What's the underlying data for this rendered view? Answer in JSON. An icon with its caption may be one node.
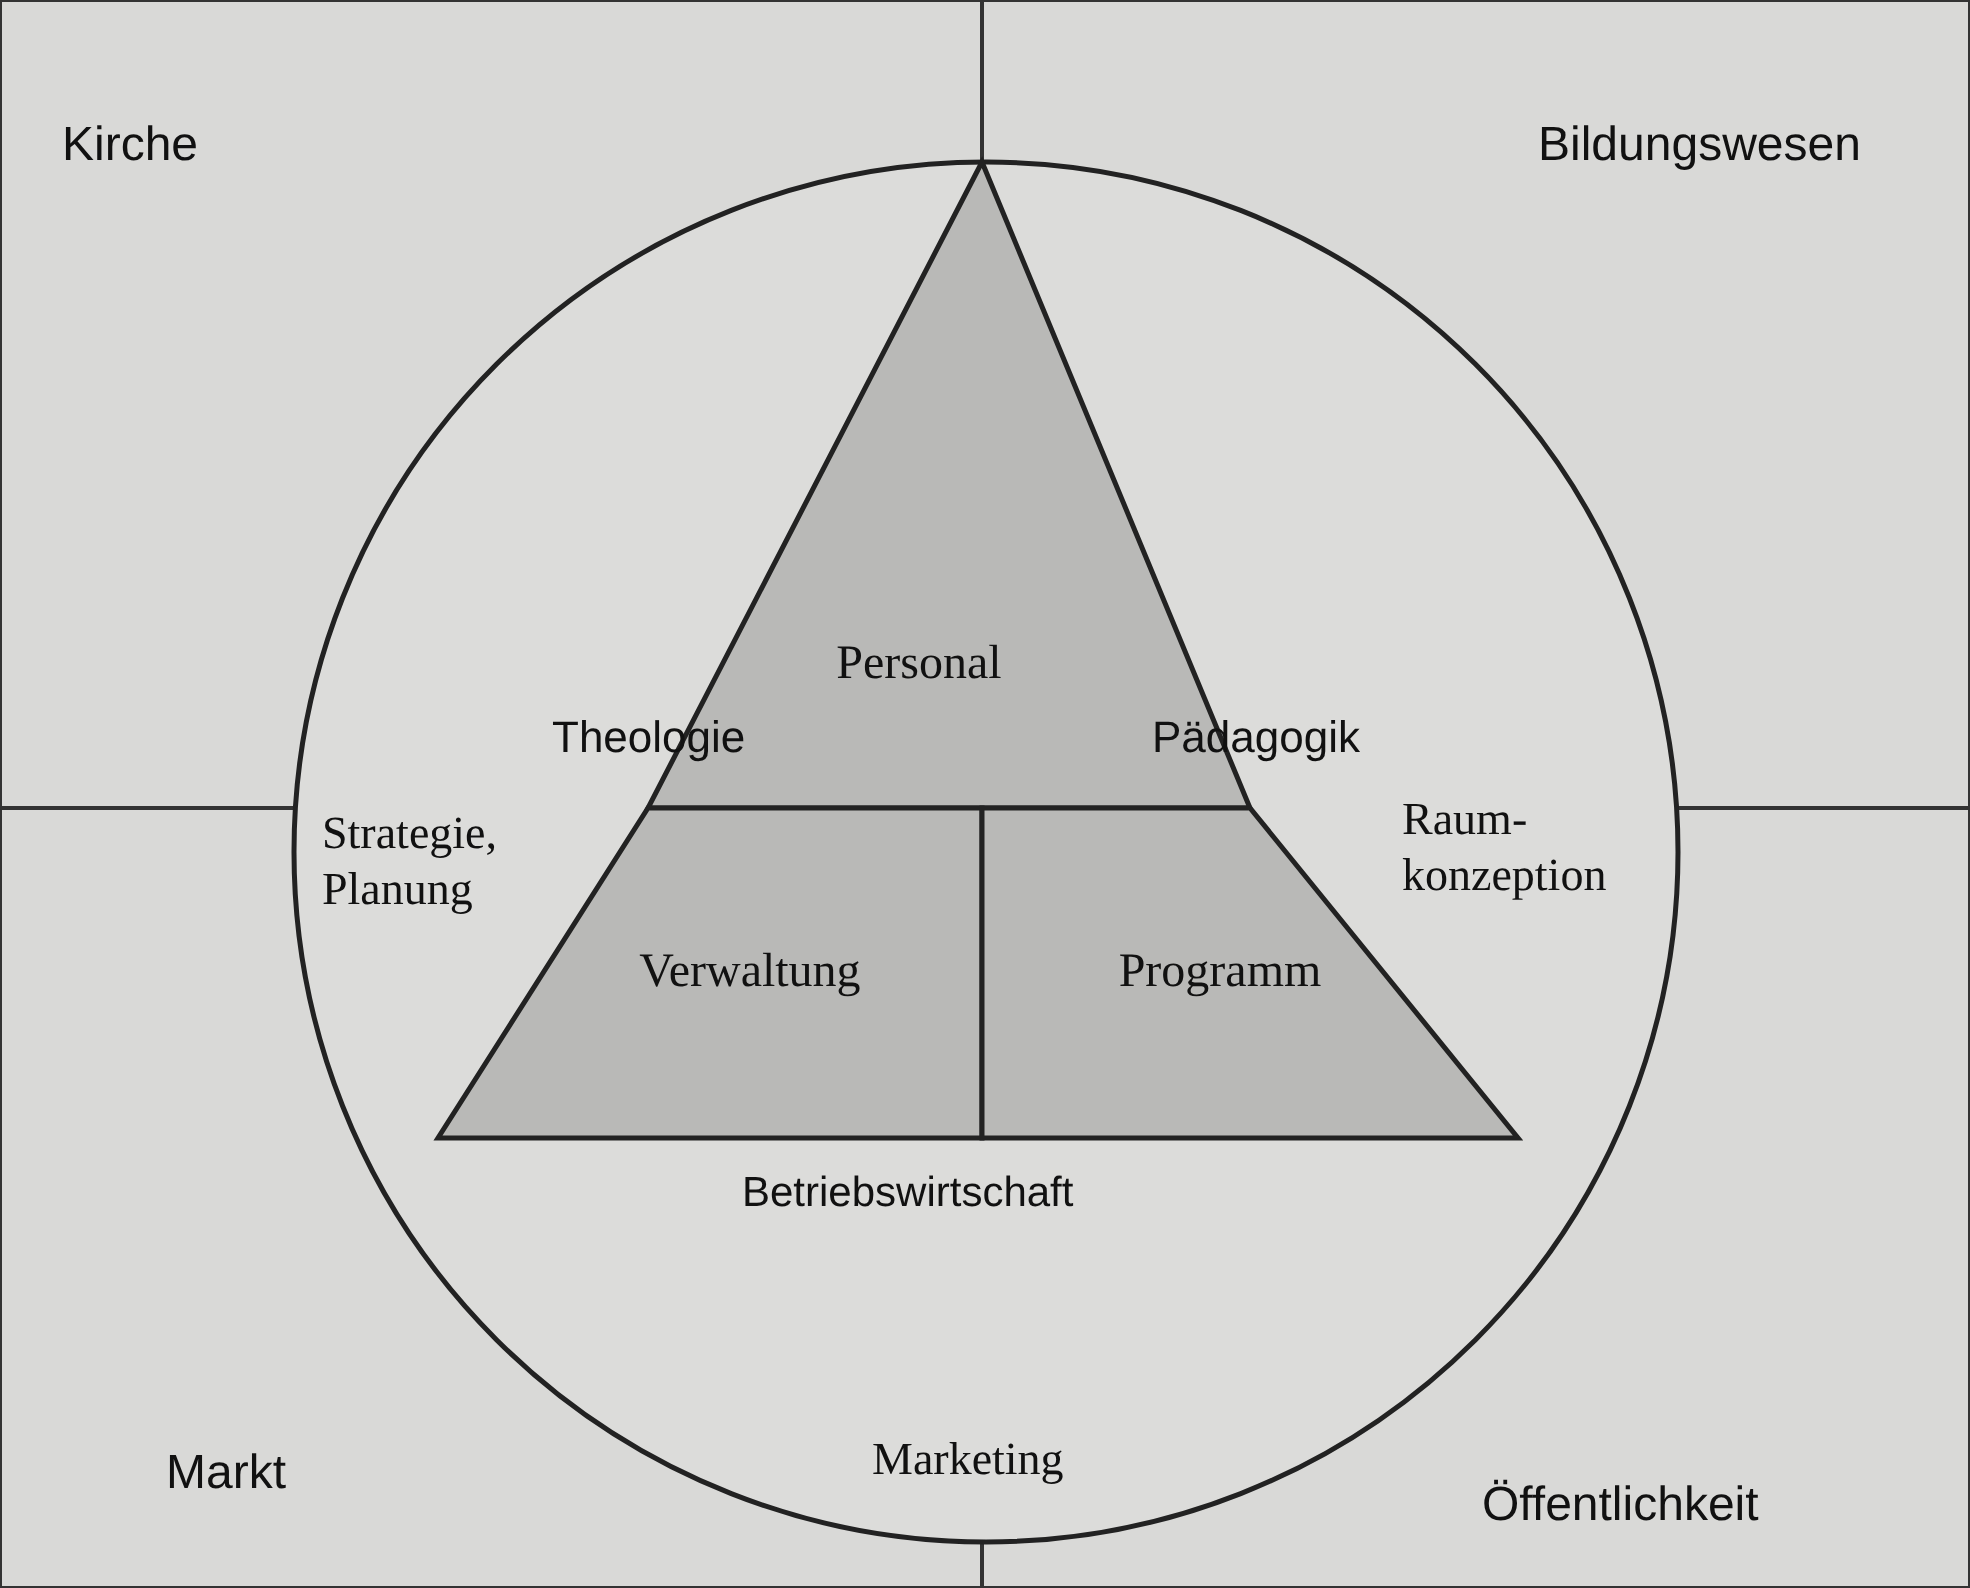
{
  "diagram": {
    "nodes": [
      {
        "text": [
          "Personal"
        ]
      },
      {
        "text": [
          "Verwaltung"
        ]
      },
      {
        "text": [
          "Programm"
        ]
      }
    ],
    "labels": [
      "Kirche",
      "Bildungswesen",
      "Theologie",
      "Pädagogik",
      "Strategie, Planung",
      "Raum- konzeption",
      "Betriebswirtschaft",
      "Markt",
      "Marketing",
      "Öffentlichkeit"
    ]
  }
}
